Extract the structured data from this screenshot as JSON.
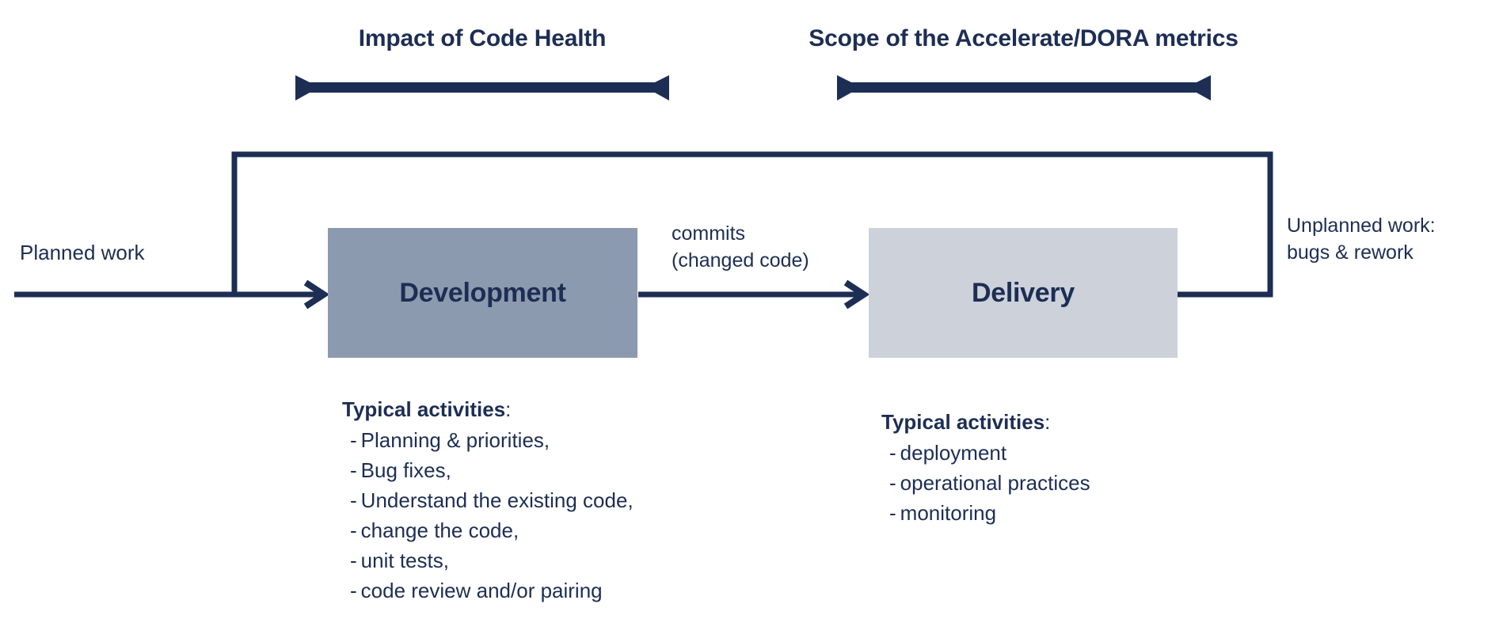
{
  "colors": {
    "navy": "#1d2e54",
    "development_box": "#8c9aaf",
    "delivery_box": "#ccd1da",
    "background": "#ffffff"
  },
  "headers": [
    {
      "id": "code-health",
      "label": "Impact of Code Health",
      "span_icon": "double-headed-arrow"
    },
    {
      "id": "dora",
      "label": "Scope of the Accelerate/DORA metrics",
      "span_icon": "double-headed-arrow"
    }
  ],
  "boxes": [
    {
      "id": "development",
      "label": "Development"
    },
    {
      "id": "delivery",
      "label": "Delivery"
    }
  ],
  "flows": {
    "planned_work": "Planned work",
    "commits": "commits\n(changed code)",
    "unplanned_work": "Unplanned work:\nbugs & rework"
  },
  "activities": {
    "development": {
      "heading": "Typical activities",
      "colon": ":",
      "items": [
        "Planning & priorities,",
        "Bug fixes,",
        "Understand the existing code,",
        "change the code,",
        "unit tests,",
        "code review and/or pairing"
      ],
      "bullet": "-"
    },
    "delivery": {
      "heading": "Typical activities",
      "colon": ":",
      "items": [
        "deployment",
        "operational practices",
        "monitoring"
      ],
      "bullet": "-"
    }
  }
}
